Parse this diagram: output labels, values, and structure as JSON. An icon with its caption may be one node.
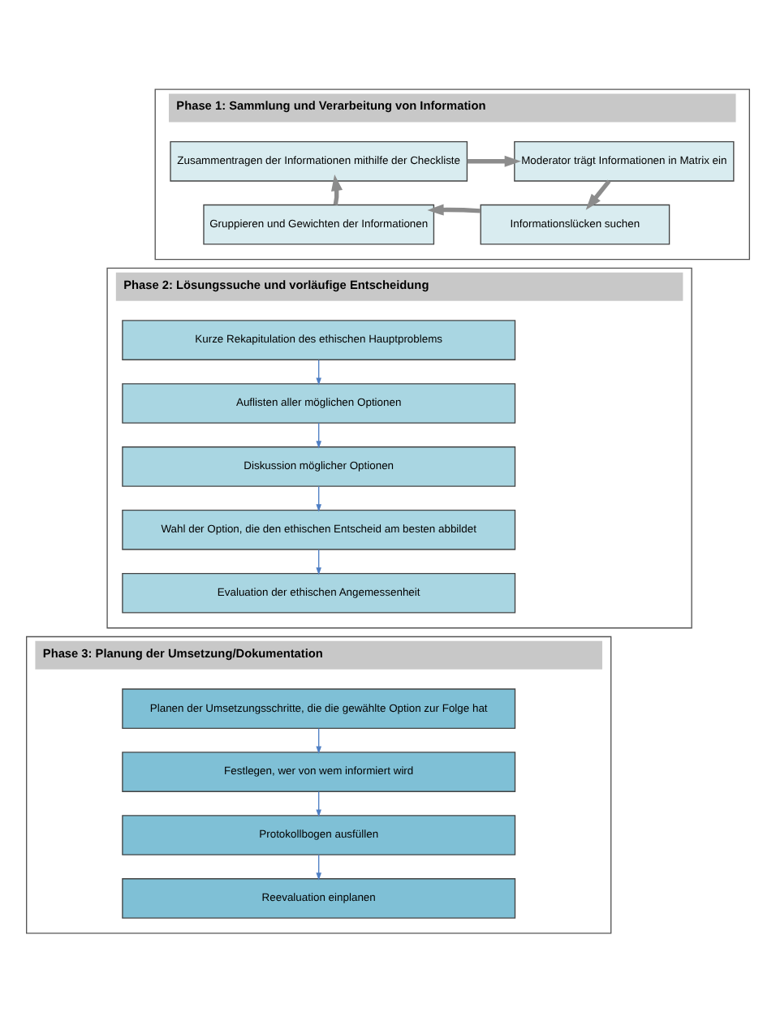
{
  "diagram": {
    "nodes": [
      {
        "text": [
          "Phase 1: Sammlung und Verarbeitung von Information"
        ]
      },
      {
        "text": [
          "Zusammentragen der Informationen mithilfe der Checkliste"
        ],
        "in": 0
      },
      {
        "text": [
          "Moderator trägt Informationen in Matrix ein"
        ],
        "in": 0
      },
      {
        "text": [
          "Informationslücken suchen"
        ],
        "in": 0
      },
      {
        "text": [
          "Gruppieren und Gewichten der Informationen"
        ],
        "in": 0
      },
      {
        "text": [
          "Phase 2: Lösungssuche und vorläufige Entscheidung"
        ]
      },
      {
        "text": [
          "Kurze Rekapitulation des ethischen Hauptproblems"
        ],
        "in": 5
      },
      {
        "text": [
          "Auflisten aller möglichen Optionen"
        ],
        "in": 5
      },
      {
        "text": [
          "Diskussion möglicher Optionen"
        ],
        "in": 5
      },
      {
        "text": [
          "Wahl der Option, die den ethischen Entscheid am besten abbildet"
        ],
        "in": 5
      },
      {
        "text": [
          "Evaluation der ethischen Angemessenheit"
        ],
        "in": 5
      },
      {
        "text": [
          "Phase 3: Planung der Umsetzung/Dokumentation"
        ]
      },
      {
        "text": [
          "Planen der Umsetzungsschritte, die die gewählte Option zur Folge hat"
        ],
        "in": 11
      },
      {
        "text": [
          "Festlegen, wer von wem informiert wird"
        ],
        "in": 11
      },
      {
        "text": [
          "Protokollbogen ausfüllen"
        ],
        "in": 11
      },
      {
        "text": [
          "Reevaluation einplanen"
        ],
        "in": 11
      }
    ],
    "edges": [
      {
        "from": 1,
        "to": 2,
        "arrow": "to",
        "style": "thick",
        "color": "#8c8c8c"
      },
      {
        "from": 2,
        "to": 3,
        "arrow": "to",
        "style": "thick",
        "color": "#8c8c8c"
      },
      {
        "from": 3,
        "to": 4,
        "arrow": "to",
        "style": "thick",
        "color": "#8c8c8c"
      },
      {
        "from": 4,
        "to": 1,
        "arrow": "to",
        "style": "thick",
        "color": "#8c8c8c"
      },
      {
        "from": 6,
        "to": 7,
        "arrow": "to"
      },
      {
        "from": 7,
        "to": 8,
        "arrow": "to"
      },
      {
        "from": 8,
        "to": 9,
        "arrow": "to"
      },
      {
        "from": 9,
        "to": 10,
        "arrow": "to"
      },
      {
        "from": 12,
        "to": 13,
        "arrow": "to"
      },
      {
        "from": 13,
        "to": 14,
        "arrow": "to"
      },
      {
        "from": 14,
        "to": 15,
        "arrow": "to"
      }
    ]
  }
}
